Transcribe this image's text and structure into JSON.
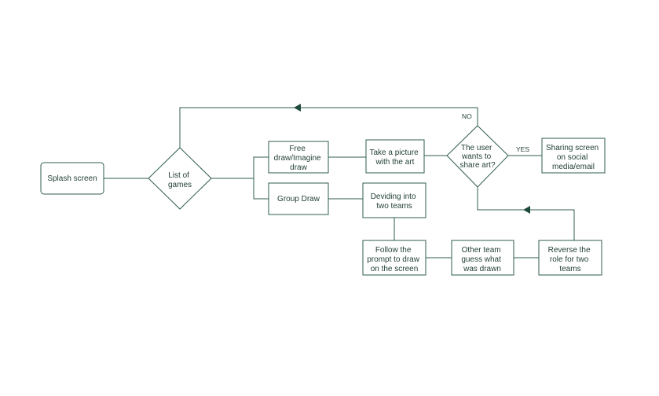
{
  "nodes": {
    "splash": "Splash screen",
    "list_games": [
      "List of",
      "games"
    ],
    "free_draw": [
      "Free",
      "draw/Imagine",
      "draw"
    ],
    "group_draw": "Group Draw",
    "take_picture": [
      "Take a picture",
      "with the art"
    ],
    "share_decision": [
      "The user",
      "wants to",
      "share art?"
    ],
    "sharing_screen": [
      "Sharing screen",
      "on social",
      "media/email"
    ],
    "dividing_teams": [
      "Deviding into",
      "two teams"
    ],
    "follow_prompt": [
      "Follow the",
      "prompt to draw",
      "on the screen"
    ],
    "other_team": [
      "Other team",
      "guess what",
      "was drawn"
    ],
    "reverse_role": [
      "Reverse the",
      "role for two",
      "teams"
    ]
  },
  "edge_labels": {
    "no": "NO",
    "yes": "YES"
  },
  "colors": {
    "stroke": "#2f5d4f",
    "text": "#1f3d33",
    "arrow": "#1e4a3c"
  }
}
